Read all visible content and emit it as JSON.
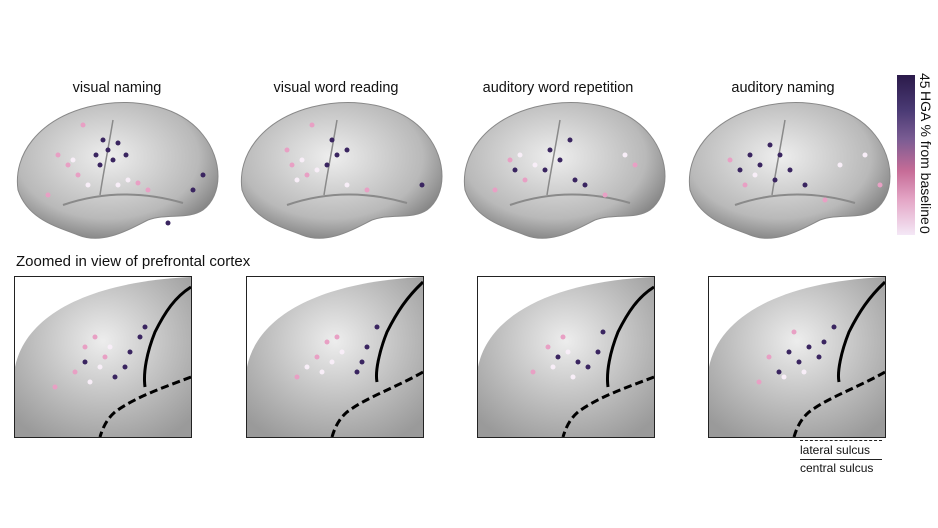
{
  "figure": {
    "panel_titles": [
      {
        "label": "visual naming"
      },
      {
        "label": "visual word reading"
      },
      {
        "label": "auditory word repetition"
      },
      {
        "label": "auditory naming"
      }
    ],
    "section_title": "Zoomed in view of prefrontal cortex",
    "colorbar": {
      "max_label": "45",
      "min_label": "0",
      "axis_label": "HGA % from baseline",
      "colors": [
        "#f4e8f6",
        "#e4a6c6",
        "#c66c97",
        "#7a5c93",
        "#4a3a74",
        "#2b1a4a"
      ]
    },
    "legend": {
      "lateral_sulcus": "lateral sulcus",
      "central_sulcus": "central sulcus"
    },
    "brain_color": "#b9b9b9"
  }
}
